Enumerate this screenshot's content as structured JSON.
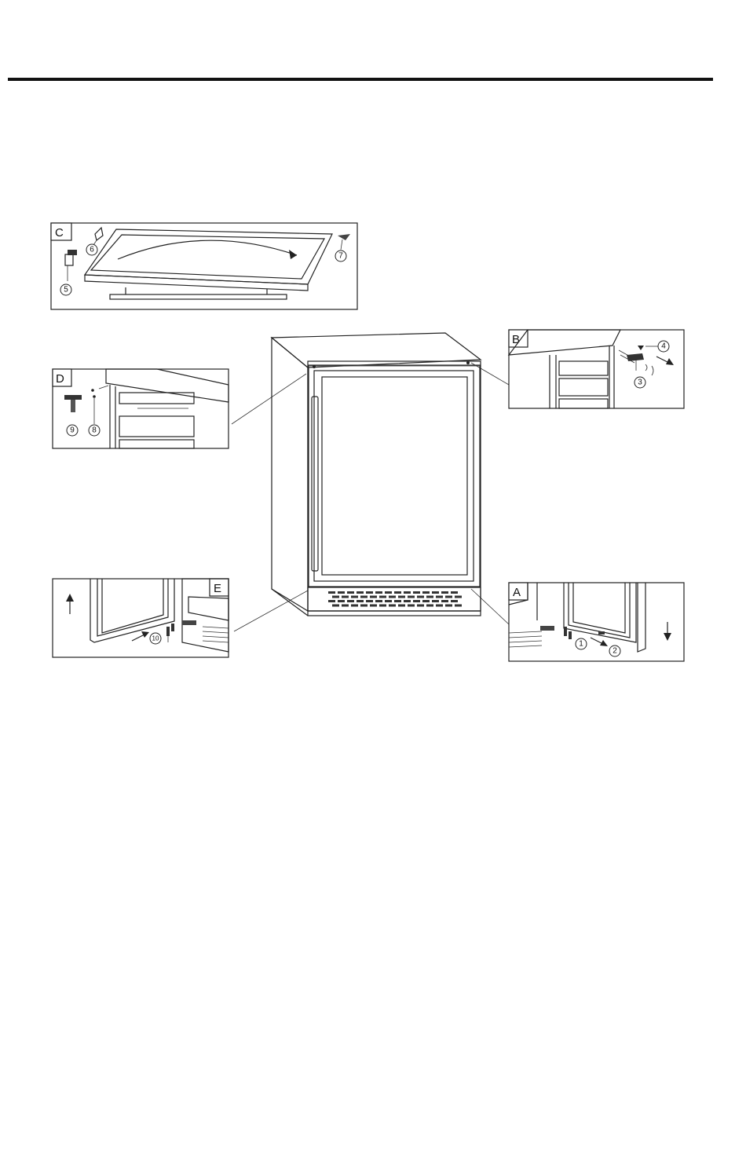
{
  "panels": {
    "a": {
      "tag": "A",
      "callouts": [
        "1",
        "2"
      ]
    },
    "b": {
      "tag": "B",
      "callouts": [
        "4",
        "3"
      ]
    },
    "c": {
      "tag": "C",
      "callouts": [
        "6",
        "5",
        "7"
      ]
    },
    "d": {
      "tag": "D",
      "callouts": [
        "9",
        "8"
      ]
    },
    "e": {
      "tag": "E",
      "callouts": [
        "10"
      ]
    }
  },
  "colors": {
    "line": "#222222",
    "background": "#ffffff"
  },
  "icons": [
    "up-arrow-icon",
    "down-arrow-icon",
    "swing-arrow-icon",
    "screw-icon",
    "hinge-bracket-icon"
  ]
}
